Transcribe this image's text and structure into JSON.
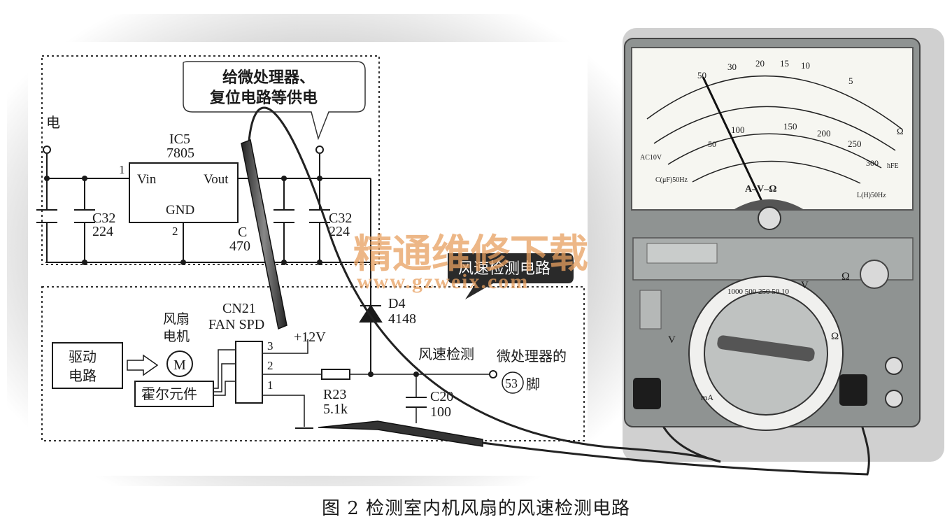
{
  "circuit": {
    "power_label": "电",
    "callout_text_line1": "给微处理器、",
    "callout_text_line2": "复位电路等供电",
    "ic5_name": "IC5",
    "ic5_part": "7805",
    "ic5_vin": "Vin",
    "ic5_vout": "Vout",
    "ic5_gnd": "GND",
    "pin1": "1",
    "pin2": "2",
    "cap_left_name": "C32",
    "cap_left_value": "224",
    "cap_mid_name": "C",
    "cap_mid_value": "470",
    "cap_right_name": "C32",
    "cap_right_value": "224",
    "d4_name": "D4",
    "d4_part": "4148",
    "fan_motor_line1": "风扇",
    "fan_motor_line2": "电机",
    "motor_symbol": "M",
    "cn21_name": "CN21",
    "cn21_desc": "FAN SPD",
    "cn21_pin3": "3",
    "cn21_pin2": "2",
    "cn21_pin1": "1",
    "v12": "+12V",
    "drive_line1": "驱动",
    "drive_line2": "电路",
    "hall": "霍尔元件",
    "r23_name": "R23",
    "r23_value": "5.1k",
    "c20_name": "C20",
    "c20_value": "100",
    "speed_detect": "风速检测",
    "micro_label": "微处理器的",
    "pin53": "53",
    "foot": "脚",
    "banner": "风速检测电路"
  },
  "watermark": {
    "line1": "精通维修下载",
    "line2": "www.gzweix.com"
  },
  "meter": {
    "scale_top": [
      "50",
      "30",
      "20",
      "15",
      "10",
      "5"
    ],
    "scale_mid": [
      "100",
      "150",
      "200",
      "250"
    ],
    "scale_low": [
      "50",
      "300"
    ],
    "ohm_scale_label": "Ω",
    "ac_label": "AC10V",
    "freq_label1": "C(μF)50Hz",
    "freq_label2": "L(H)50Hz",
    "avo": "A–V–Ω",
    "hfe": "hFE",
    "ohm_knob": "Ω",
    "dial_v_left": "V",
    "dial_v_top": "V",
    "dial_ohm": "Ω",
    "dial_ma": "mA",
    "dial_ranges": "1000 500 250 50 10"
  },
  "caption": "图 2  检测室内机风扇的风速检测电路",
  "colors": {
    "ink": "#1a1a1a",
    "watermark": "#e8a060",
    "meter_body": "#8f9392",
    "meter_face": "#f6f6f1"
  }
}
